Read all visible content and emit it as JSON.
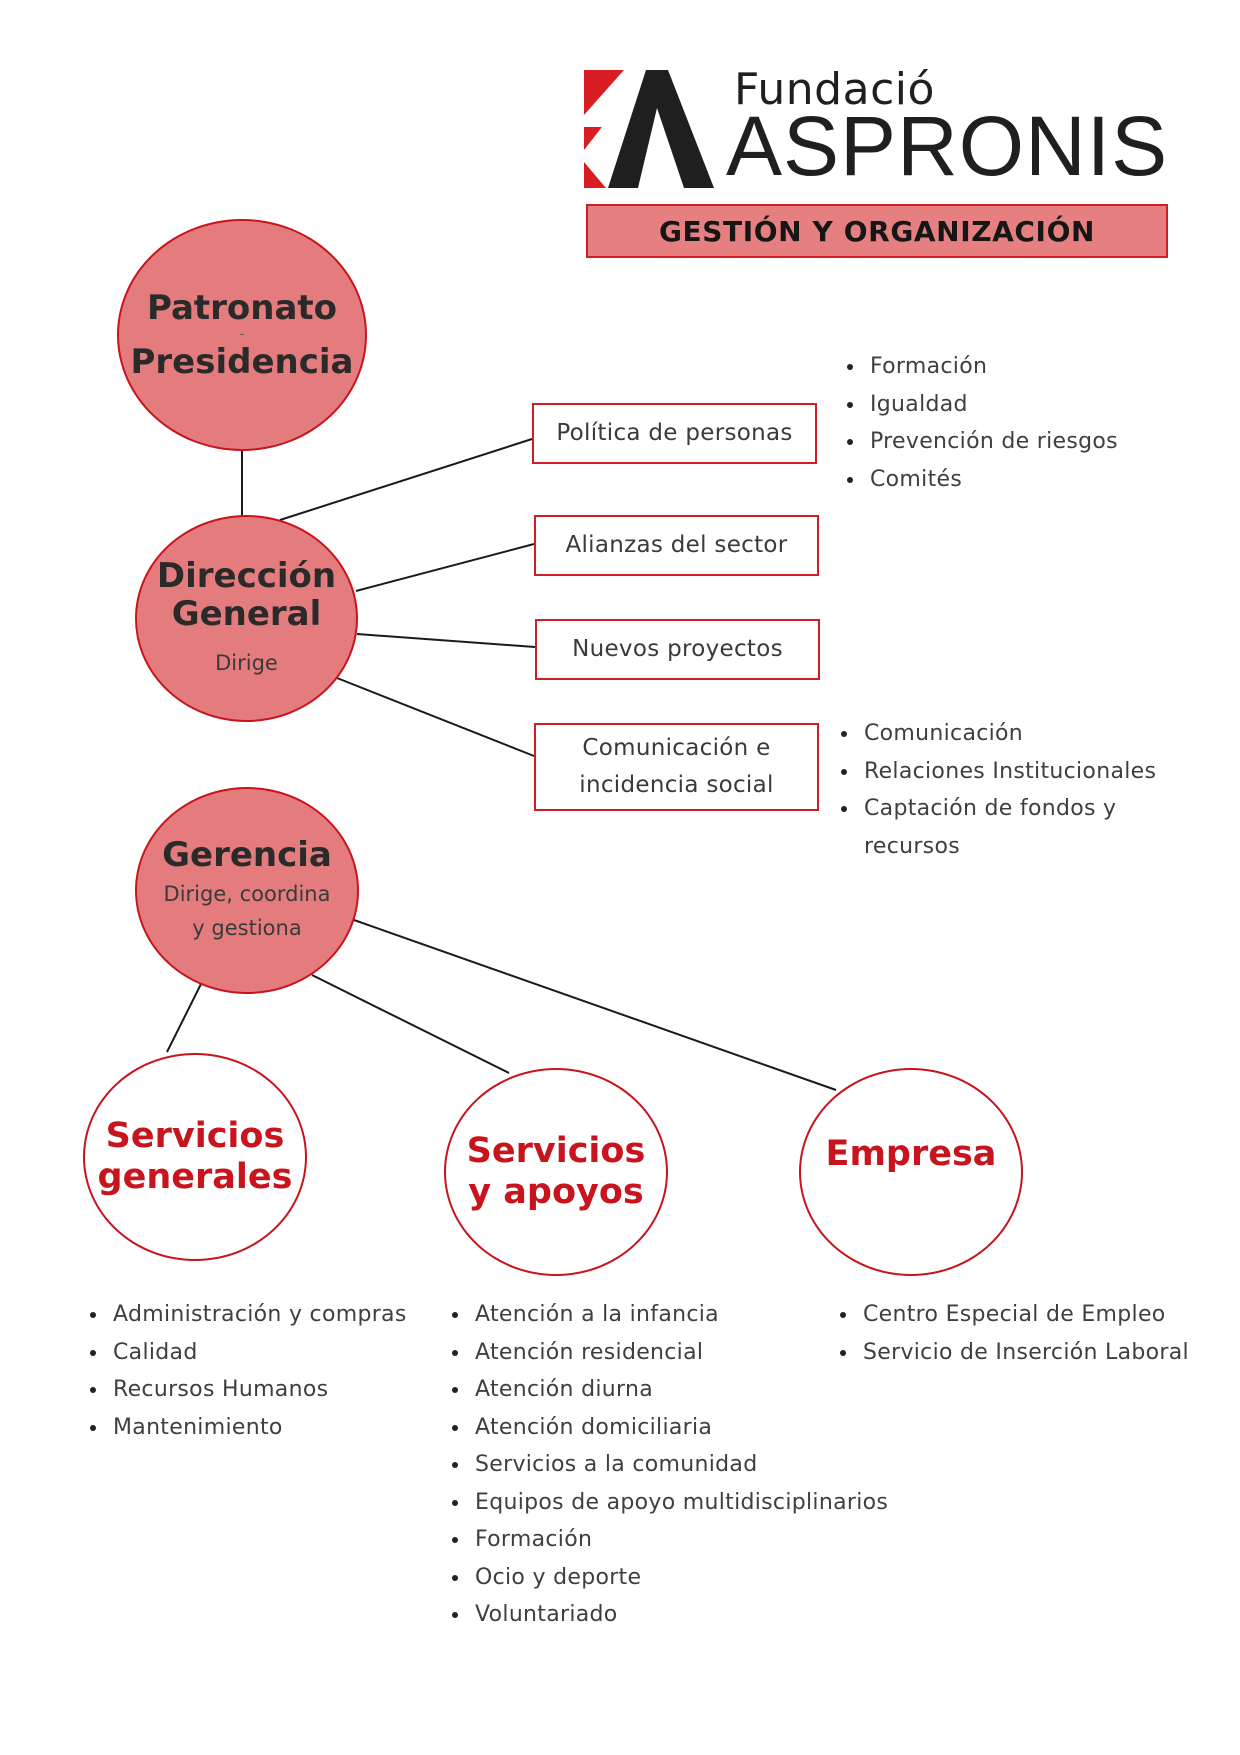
{
  "logo": {
    "top_text": "Fundació",
    "main_text": "ASPRONIS",
    "colors": {
      "red": "#d81e23",
      "dark": "#1f1f1f"
    }
  },
  "title": "GESTIÓN Y ORGANIZACIÓN",
  "colors": {
    "accent": "#c8141d",
    "fill": "#e47c7e",
    "title_fill": "#e57f80",
    "text": "#3f3f3f"
  },
  "nodes": {
    "patronato": {
      "line1": "Patronato",
      "separator": "-",
      "line2": "Presidencia"
    },
    "direccion": {
      "line1": "Dirección",
      "line2": "General",
      "note": "Dirige"
    },
    "gerencia": {
      "line1": "Gerencia",
      "note_line1": "Dirige, coordina",
      "note_line2": "y gestiona"
    },
    "servicios_generales": {
      "line1": "Servicios",
      "line2": "generales"
    },
    "servicios_apoyos": {
      "line1": "Servicios",
      "line2": "y apoyos"
    },
    "empresa": {
      "line1": "Empresa"
    }
  },
  "boxes": {
    "politica": "Política de personas",
    "alianzas": "Alianzas del sector",
    "nuevos": "Nuevos proyectos",
    "comunicacion": {
      "line1": "Comunicación e",
      "line2": "incidencia social"
    }
  },
  "lists": {
    "politica": [
      "Formación",
      "Igualdad",
      "Prevención de riesgos",
      "Comités"
    ],
    "comunicacion": [
      "Comunicación",
      "Relaciones Institucionales",
      "Captación de fondos y recursos"
    ],
    "servicios_generales": [
      "Administración y compras",
      "Calidad",
      "Recursos Humanos",
      "Mantenimiento"
    ],
    "servicios_apoyos": [
      "Atención a la infancia",
      "Atención residencial",
      "Atención diurna",
      "Atención domiciliaria",
      "Servicios a la comunidad",
      "Equipos de apoyo multidisciplinarios",
      "Formación",
      "Ocio y deporte",
      "Voluntariado"
    ],
    "empresa": [
      "Centro Especial de Empleo",
      "Servicio de Inserción Laboral"
    ]
  }
}
